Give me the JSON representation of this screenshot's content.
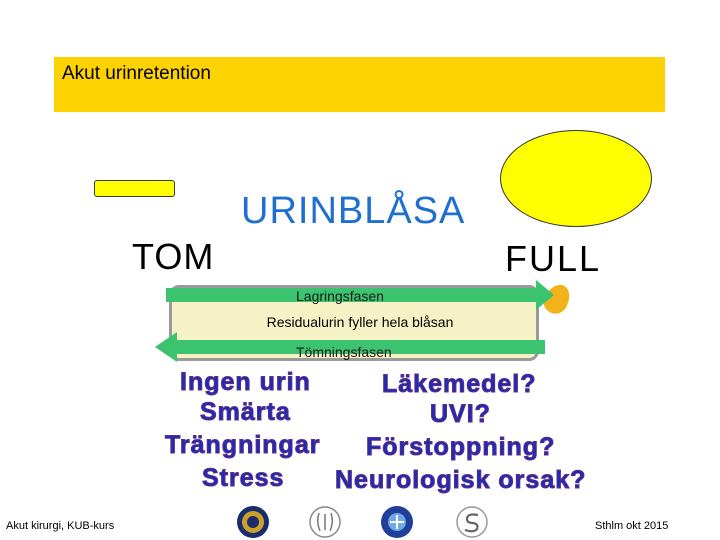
{
  "title": "Akut urinretention",
  "labels": {
    "empty": "TOM",
    "full": "FULL",
    "bladder": "URINBLÅSA"
  },
  "cycle": {
    "storage_phase": "Lagringsfasen",
    "residual": "Residualurin fyller hela blåsan",
    "emptying_phase": "Tömningsfasen"
  },
  "symptoms": [
    "Ingen urin",
    "Smärta",
    "Trängningar",
    "Stress"
  ],
  "causes": [
    "Läkemedel?",
    "UVI?",
    "Förstoppning?",
    "Neurologisk orsak?"
  ],
  "footer": {
    "left": "Akut kirurgi, KUB-kurs",
    "right": "Sthlm okt 2015"
  },
  "colors": {
    "title_bar": "#fcd200",
    "bladder_fill": "#ffff00",
    "arrow": "#3cc36f",
    "text_blue": "#1f2bb0",
    "heading_blue": "#1f6fd1"
  }
}
